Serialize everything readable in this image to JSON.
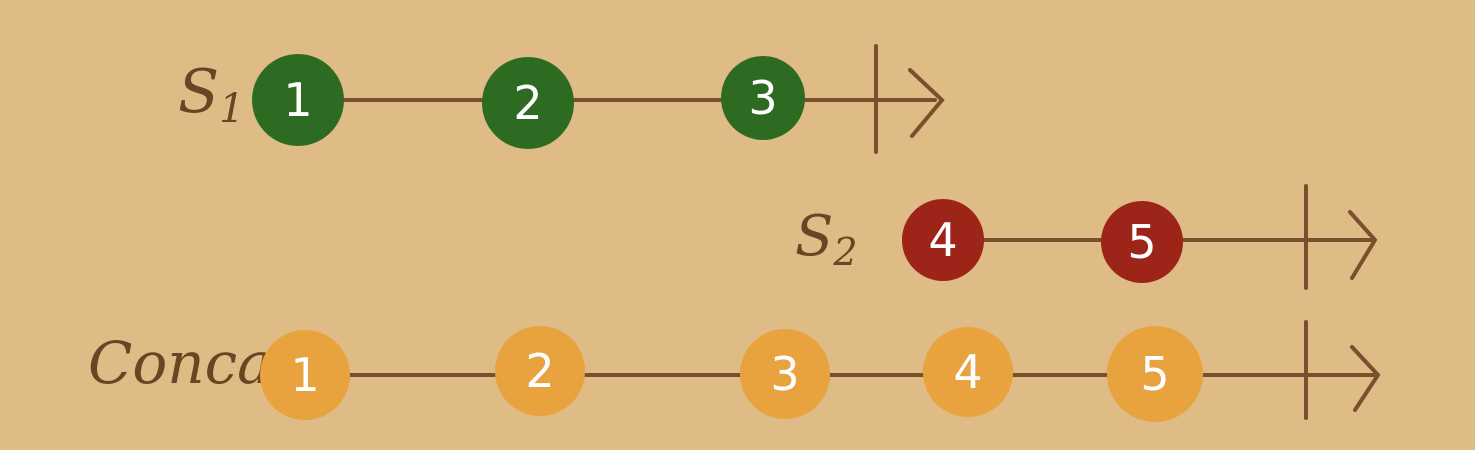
{
  "streams": [
    {
      "id": "s1",
      "label": "S",
      "label_sub": "1",
      "color": "#2e6b22",
      "marbles": [
        "1",
        "2",
        "3"
      ]
    },
    {
      "id": "s2",
      "label": "S",
      "label_sub": "2",
      "color": "#9c2418",
      "marbles": [
        "4",
        "5"
      ]
    },
    {
      "id": "concat",
      "label": "Concat",
      "label_sub": "",
      "color": "#e8a23e",
      "marbles": [
        "1",
        "2",
        "3",
        "4",
        "5"
      ]
    }
  ],
  "colors": {
    "background": "#dfbb86",
    "line": "#7a4f2e",
    "label": "#6b4424",
    "marble_text": "#ffffff"
  }
}
